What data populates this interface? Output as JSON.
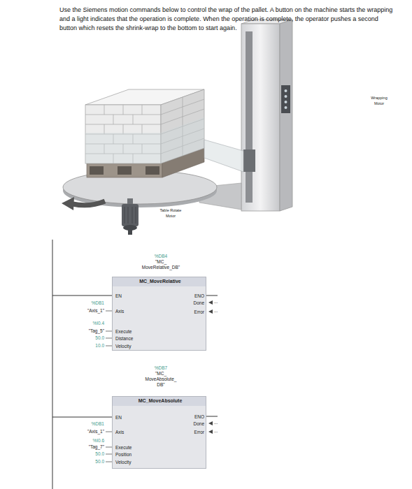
{
  "diagram": {
    "title": "Use the Siemens motion commands below to control the wrap of the pallet. A button on the machine starts the wrapping and a light indicates that the operation is complete. When the operation is complete, the operator pushes a second button which resets the shrink-wrap to the bottom to start again.",
    "nodes": [
      {
        "text": [
          "%DB4",
          "\"MC_ MoveRelative_DB\"",
          "MC_MoveRelative",
          "EN",
          "ENO",
          "Done",
          "Error",
          "Axis",
          "Execute",
          "Distance",
          "Velocity"
        ]
      },
      {
        "text": [
          "%DB7",
          "\"MC_ MoveAbsolute_ DB\"",
          "MC_MoveAbsolute",
          "EN",
          "ENO",
          "Done",
          "Error",
          "Axis",
          "Execute",
          "Position",
          "Velocity"
        ]
      }
    ],
    "labels": [
      "Wrapping Motor",
      "Table Rotate Motor",
      "%DB1",
      "\"Axis_1\"",
      "%I0.4",
      "\"Tag_5\"",
      "50.0",
      "10.0",
      "...",
      "...",
      "%DB1",
      "\"Axis_1\"",
      "%I0.6",
      "\"Tag_7\"",
      "50.0",
      "50.0",
      "...",
      "..."
    ]
  }
}
